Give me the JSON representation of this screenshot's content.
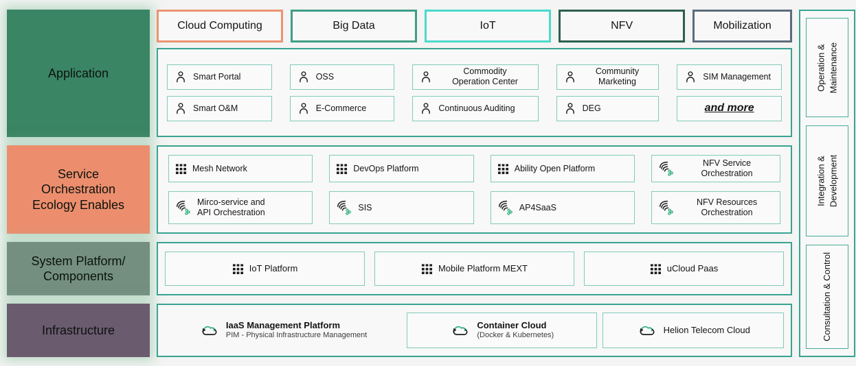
{
  "palette": {
    "background": "#f3f4f3",
    "panel_fill": "#f7f8f7",
    "item_fill": "#f9faf9",
    "panel_border": "#38a391",
    "item_border": "#83cabc",
    "right_inner_border": "#4aab99",
    "icon_green": "#2fae7d",
    "icon_dark": "#1d1d1d"
  },
  "left_column": {
    "blocks": [
      {
        "label": "Application",
        "bg": "#3a8564"
      },
      {
        "label": "Service\nOrchestration\nEcology Enables",
        "bg": "#ec8e6d"
      },
      {
        "label": "System Platform/\nComponents",
        "bg": "#748f80"
      },
      {
        "label": "Infrastructure",
        "bg": "#6a5b6f"
      }
    ]
  },
  "tabs": [
    {
      "label": "Cloud Computing",
      "border": "#ed9372"
    },
    {
      "label": "Big Data",
      "border": "#3f9e86"
    },
    {
      "label": "IoT",
      "border": "#4cd9cb"
    },
    {
      "label": "NFV",
      "border": "#2c5e4f"
    },
    {
      "label": "Mobilization",
      "border": "#5c6b7c"
    }
  ],
  "panels": {
    "application": {
      "items": [
        {
          "icon": "person-icon",
          "label": "Smart Portal"
        },
        {
          "icon": "person-icon",
          "label": "OSS"
        },
        {
          "icon": "person-icon",
          "label": "Commodity\nOperation Center",
          "align": "center"
        },
        {
          "icon": "person-icon",
          "label": "Community\nMarketing",
          "align": "center"
        },
        {
          "icon": "person-icon",
          "label": "SIM Management"
        },
        {
          "icon": "person-icon",
          "label": "Smart O&M"
        },
        {
          "icon": "person-icon",
          "label": "E-Commerce"
        },
        {
          "icon": "person-icon",
          "label": "Continuous Auditing"
        },
        {
          "icon": "person-icon",
          "label": "DEG"
        },
        {
          "label": "and more",
          "more": true
        }
      ]
    },
    "service": {
      "items": [
        {
          "icon": "grid-icon",
          "label": "Mesh Network"
        },
        {
          "icon": "grid-icon",
          "label": "DevOps Platform"
        },
        {
          "icon": "grid-icon",
          "label": "Ability Open Platform"
        },
        {
          "icon": "orchestration-icon",
          "label": "NFV Service\nOrchestration",
          "align": "center"
        },
        {
          "icon": "orchestration-icon",
          "label": "Mirco-service and\nAPI Orchestration"
        },
        {
          "icon": "orchestration-icon",
          "label": "SIS"
        },
        {
          "icon": "orchestration-icon",
          "label": "AP4SaaS"
        },
        {
          "icon": "orchestration-icon",
          "label": "NFV Resources\nOrchestration",
          "align": "center"
        }
      ]
    },
    "system": {
      "items": [
        {
          "icon": "grid-icon",
          "label": "IoT Platform"
        },
        {
          "icon": "grid-icon",
          "label": "Mobile Platform MEXT"
        },
        {
          "icon": "grid-icon",
          "label": "uCloud Paas"
        }
      ]
    },
    "infrastructure": {
      "items": [
        {
          "icon": "cloud-sync-icon",
          "title": "IaaS Management Platform",
          "subtitle": "PIM - Physical Infrastructure Management",
          "boxed": false,
          "bold": true
        },
        {
          "icon": "cloud-sync-icon",
          "title": "Container Cloud",
          "subtitle": "(Docker & Kubernetes)",
          "boxed": true,
          "bold": true
        },
        {
          "icon": "cloud-sync-icon",
          "title": "Helion Telecom Cloud",
          "subtitle": "",
          "boxed": true,
          "bold": false
        }
      ]
    }
  },
  "right_column": {
    "labels": [
      {
        "label": "Operation &\nMaintenance",
        "flex": 146
      },
      {
        "label": "Integration &\nDevelopment",
        "flex": 162
      },
      {
        "label": "Consultation & Control",
        "flex": 153
      }
    ]
  }
}
